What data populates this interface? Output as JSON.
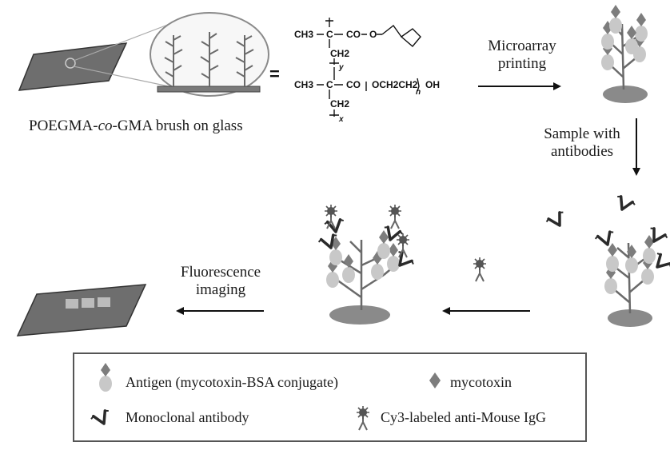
{
  "labels": {
    "brush_on_glass": "POEGMA-co-GMA brush on glass",
    "brush_pre": "POEGMA-",
    "brush_italic": "co",
    "brush_post": "-GMA brush on glass",
    "microarray_printing_line1": "Microarray",
    "microarray_printing_line2": "printing",
    "sample_line1": "Sample with",
    "sample_line2": "antibodies",
    "fluorescence_line1": "Fluorescence",
    "fluorescence_line2": "imaging"
  },
  "formula": {
    "equals": "=",
    "row1_ch3": "CH3",
    "row1_c": "C",
    "row1_coo": "CO",
    "row1_o": "O",
    "row2_ch3": "CH3",
    "row2_c": "C",
    "row2_co": "CO",
    "row2_peg": "OCH2CH2",
    "row2_n": "n",
    "row2_oh": "OH",
    "ch2_top": "CH2",
    "ch2_bottom": "CH2",
    "sub_y": "y",
    "sub_x": "x"
  },
  "legend": {
    "antigen": "Antigen (mycotoxin-BSA conjugate)",
    "mycotoxin": "mycotoxin",
    "monoclonal": "Monoclonal antibody",
    "cy3": "Cy3-labeled anti-Mouse IgG"
  },
  "colors": {
    "slide": "#6e6e6e",
    "bulb": "#c8c8c8",
    "diamond": "#7d7d7d",
    "base": "#8a8a8a",
    "stem": "#6a6a6a",
    "antibody": "#2a2a2a"
  }
}
